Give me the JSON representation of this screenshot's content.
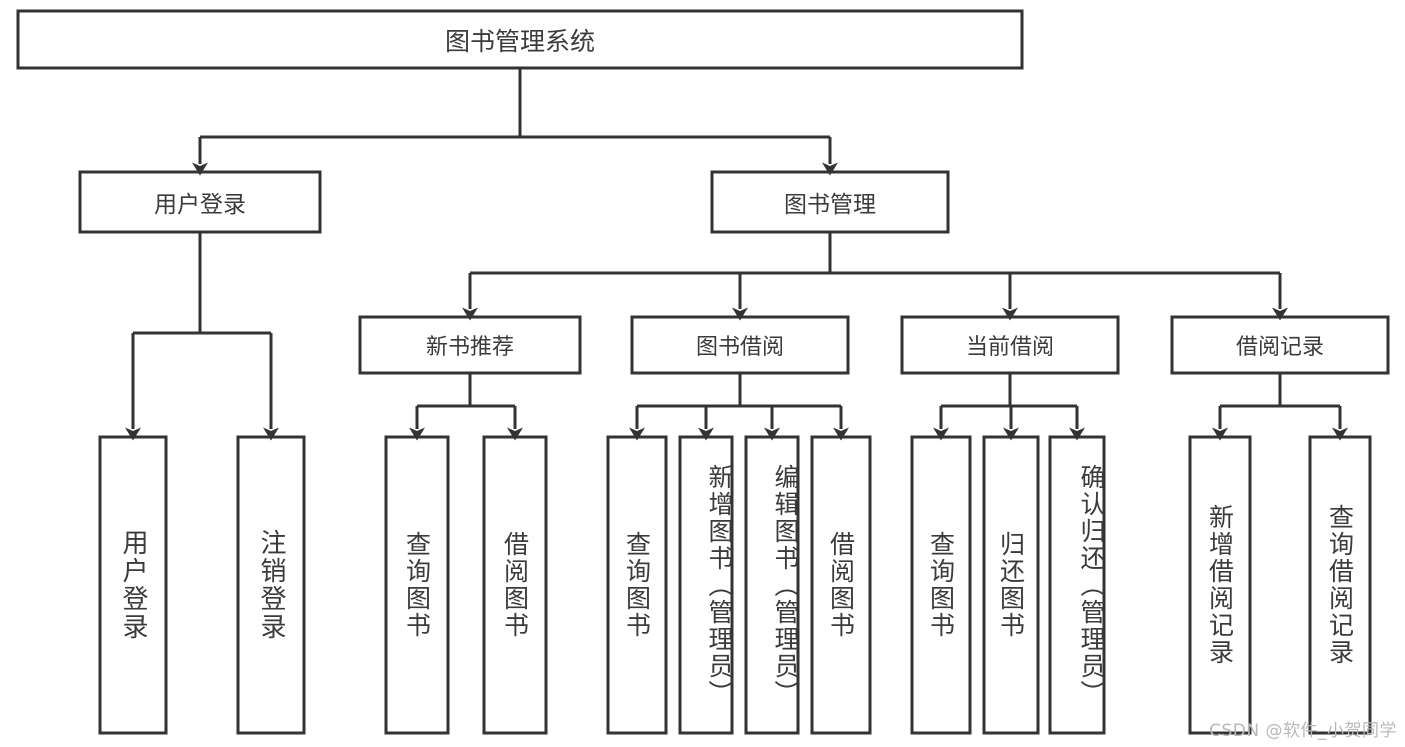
{
  "diagram": {
    "type": "hierarchy-tree",
    "title": "图书管理系统",
    "watermark": "CSDN @软件_小贺同学",
    "colors": {
      "stroke": "#333333",
      "box_fill": "#ffffff",
      "text": "#3b3b3b",
      "background": "#ffffff",
      "watermark": "#b8b8b8"
    },
    "levels": {
      "root": "图书管理系统",
      "level2": [
        "用户登录",
        "图书管理"
      ],
      "level3": [
        "新书推荐",
        "图书借阅",
        "当前借阅",
        "借阅记录"
      ]
    },
    "nodes": {
      "root": {
        "label": "图书管理系统",
        "orientation": "horizontal"
      },
      "user_login": {
        "label": "用户登录",
        "orientation": "horizontal"
      },
      "book_manage": {
        "label": "图书管理",
        "orientation": "horizontal"
      },
      "new_book_rec": {
        "label": "新书推荐",
        "orientation": "horizontal"
      },
      "book_borrow": {
        "label": "图书借阅",
        "orientation": "horizontal"
      },
      "current_borrow": {
        "label": "当前借阅",
        "orientation": "horizontal"
      },
      "borrow_record": {
        "label": "借阅记录",
        "orientation": "horizontal"
      },
      "leaf_user_login": {
        "label": "用户登录",
        "orientation": "vertical"
      },
      "leaf_logout": {
        "label": "注销登录",
        "orientation": "vertical"
      },
      "leaf_query_book_1": {
        "label": "查询图书",
        "orientation": "vertical"
      },
      "leaf_borrow_book_1": {
        "label": "借阅图书",
        "orientation": "vertical"
      },
      "leaf_query_book_2": {
        "label": "查询图书",
        "orientation": "vertical"
      },
      "leaf_add_book": {
        "label": "新增图书（管理员）",
        "orientation": "vertical"
      },
      "leaf_edit_book": {
        "label": "编辑图书（管理员）",
        "orientation": "vertical"
      },
      "leaf_borrow_book_2": {
        "label": "借阅图书",
        "orientation": "vertical"
      },
      "leaf_query_book_3": {
        "label": "查询图书",
        "orientation": "vertical"
      },
      "leaf_return_book": {
        "label": "归还图书",
        "orientation": "vertical"
      },
      "leaf_confirm_return": {
        "label": "确认归还（管理员）",
        "orientation": "vertical"
      },
      "leaf_add_record": {
        "label": "新增借阅记录",
        "orientation": "vertical"
      },
      "leaf_query_record": {
        "label": "查询借阅记录",
        "orientation": "vertical"
      }
    },
    "edges": [
      {
        "from": "图书管理系统",
        "to": "用户登录"
      },
      {
        "from": "图书管理系统",
        "to": "图书管理"
      },
      {
        "from": "用户登录",
        "to": "用户登录"
      },
      {
        "from": "用户登录",
        "to": "注销登录"
      },
      {
        "from": "图书管理",
        "to": "新书推荐"
      },
      {
        "from": "图书管理",
        "to": "图书借阅"
      },
      {
        "from": "图书管理",
        "to": "当前借阅"
      },
      {
        "from": "图书管理",
        "to": "借阅记录"
      },
      {
        "from": "新书推荐",
        "to": "查询图书"
      },
      {
        "from": "新书推荐",
        "to": "借阅图书"
      },
      {
        "from": "图书借阅",
        "to": "查询图书"
      },
      {
        "from": "图书借阅",
        "to": "新增图书（管理员）"
      },
      {
        "from": "图书借阅",
        "to": "编辑图书（管理员）"
      },
      {
        "from": "图书借阅",
        "to": "借阅图书"
      },
      {
        "from": "当前借阅",
        "to": "查询图书"
      },
      {
        "from": "当前借阅",
        "to": "归还图书"
      },
      {
        "from": "当前借阅",
        "to": "确认归还（管理员）"
      },
      {
        "from": "借阅记录",
        "to": "新增借阅记录"
      },
      {
        "from": "借阅记录",
        "to": "查询借阅记录"
      }
    ]
  }
}
